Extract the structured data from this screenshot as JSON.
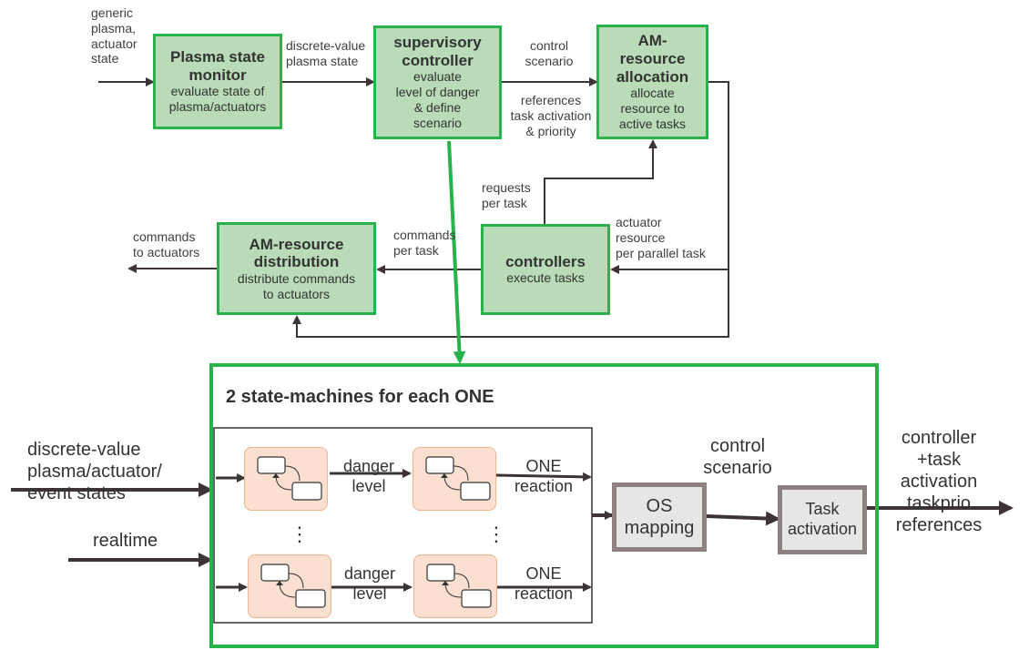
{
  "colors": {
    "green_border": "#27b24a",
    "green_fill": "#b9dbb8",
    "peach_fill": "#fbe0d1",
    "gray_fill": "#e6e6e6",
    "gray_border": "#8c8080",
    "arrow": "#3d3535"
  },
  "top": {
    "input_label": "generic\nplasma,\nactuator\nstate",
    "plasma_monitor": {
      "title": "Plasma state\nmonitor",
      "sub": "evaluate state of\nplasma/actuators"
    },
    "monitor_to_supervisor_label": "discrete-value\nplasma state",
    "supervisor": {
      "title": "supervisory\ncontroller",
      "sub": "evaluate\nlevel of danger\n& define\nscenario"
    },
    "control_scenario_label": "control\nscenario",
    "references_label": "references\ntask activation\n& priority",
    "allocation": {
      "title": "AM-\nresource\nallocation",
      "sub": "allocate\nresource to\nactive tasks"
    },
    "requests_label": "requests\nper task",
    "actuator_resource_label": "actuator\nresource\nper parallel task",
    "controllers": {
      "title": "controllers",
      "sub": "execute tasks"
    },
    "commands_per_task_label": "commands\nper task",
    "distribution": {
      "title": "AM-resource\ndistribution",
      "sub": "distribute commands\nto actuators"
    },
    "commands_to_actuators_label": "commands\nto actuators"
  },
  "bottom": {
    "frame_title": "2 state-machines for each ONE",
    "input_states_label": "discrete-value\nplasma/actuator/\nevent states",
    "realtime_label": "realtime",
    "danger_level_label": "danger\nlevel",
    "one_reaction_label": "ONE\nreaction",
    "ellipsis": "⋮",
    "os_mapping": "OS\nmapping",
    "control_scenario_label": "control\nscenario",
    "task_activation": "Task\nactivation",
    "output_label": "controller\n+task\nactivation\ntaskprio\nreferences"
  }
}
